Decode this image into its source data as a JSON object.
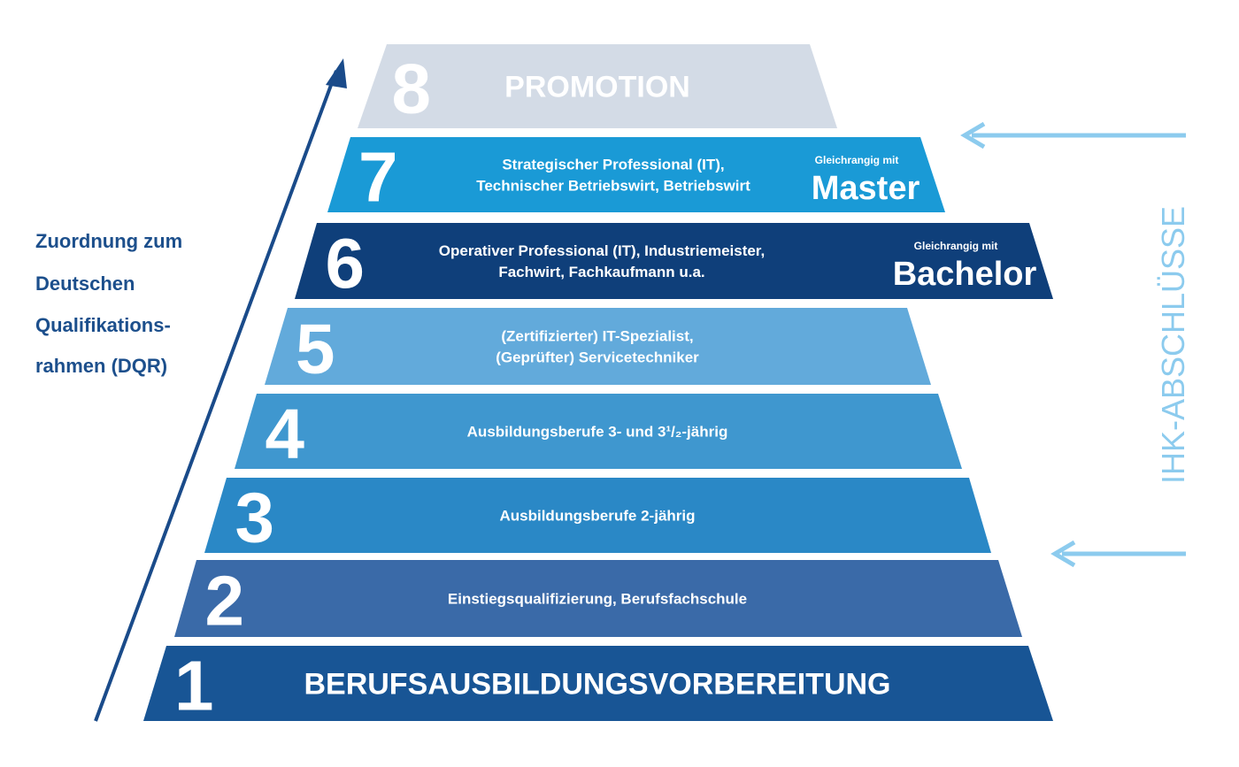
{
  "colors": {
    "arrow": "#1a4b8a",
    "ihk": "#8ccbee"
  },
  "side_label": {
    "lines": [
      "Zuordnung zum",
      "Deutschen",
      "Qualifikations-",
      "rahmen (DQR)"
    ]
  },
  "ihk_label": "IHK-ABSCHLÜSSE",
  "levels": [
    {
      "number": "8",
      "lines": [
        "PROMOTION"
      ],
      "color": "#d3dbe6"
    },
    {
      "number": "7",
      "lines": [
        "Strategischer Professional (IT),",
        "Technischer Betriebswirt, Betriebswirt"
      ],
      "equiv_small": "Gleichrangig mit",
      "equiv_big": "Master",
      "color": "#1a9ad6"
    },
    {
      "number": "6",
      "lines": [
        "Operativer Professional (IT), Industriemeister,",
        "Fachwirt, Fachkaufmann u.a."
      ],
      "equiv_small": "Gleichrangig mit",
      "equiv_big": "Bachelor",
      "color": "#0f3f7a"
    },
    {
      "number": "5",
      "lines": [
        "(Zertifizierter) IT-Spezialist,",
        "(Geprüfter) Servicetechniker"
      ],
      "color": "#62aadb"
    },
    {
      "number": "4",
      "lines": [
        "Ausbildungsberufe 3- und 3¹/₂-jährig"
      ],
      "color": "#3f97cf"
    },
    {
      "number": "3",
      "lines": [
        "Ausbildungsberufe 2-jährig"
      ],
      "color": "#2a88c6"
    },
    {
      "number": "2",
      "lines": [
        "Einstiegsqualifizierung, Berufsfachschule"
      ],
      "color": "#3a6aa8"
    },
    {
      "number": "1",
      "lines": [
        "BERUFSAUSBILDUNGSVORBEREITUNG"
      ],
      "color": "#185595"
    }
  ]
}
